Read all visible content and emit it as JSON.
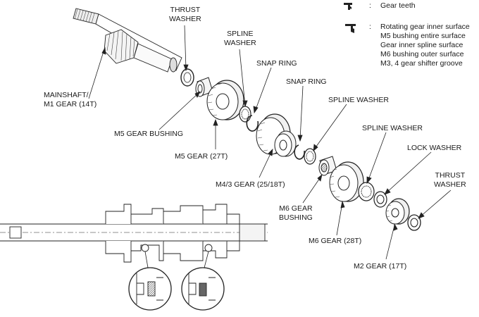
{
  "legend": {
    "teeth_text": "Gear teeth",
    "colon1": ":",
    "colon2": ":",
    "areas": [
      "Rotating gear inner surface",
      "M5 bushing entire surface",
      "Gear inner spline surface",
      "M6 bushing outer surface",
      "M3, 4 gear shifter groove"
    ]
  },
  "labels": {
    "thrust_washer_1": [
      "THRUST",
      "WASHER"
    ],
    "spline_washer_1": [
      "SPLINE",
      "WASHER"
    ],
    "snap_ring_1": "SNAP RING",
    "snap_ring_2": "SNAP RING",
    "spline_washer_2": "SPLINE WASHER",
    "spline_washer_3": "SPLINE WASHER",
    "lock_washer": "LOCK WASHER",
    "thrust_washer_2": [
      "THRUST",
      "WASHER"
    ],
    "mainshaft": [
      "MAINSHAFT/",
      "M1 GEAR (14T)"
    ],
    "m5_bushing": "M5 GEAR BUSHING",
    "m5_gear": "M5 GEAR (27T)",
    "m43_gear": "M4/3 GEAR (25/18T)",
    "m6_bushing": [
      "M6 GEAR",
      "BUSHING"
    ],
    "m6_gear": "M6 GEAR (28T)",
    "m2_gear": "M2 GEAR (17T)"
  },
  "icons": {
    "teeth_icon": "oil-can-teeth-icon",
    "grease_icon": "grease-application-icon"
  }
}
